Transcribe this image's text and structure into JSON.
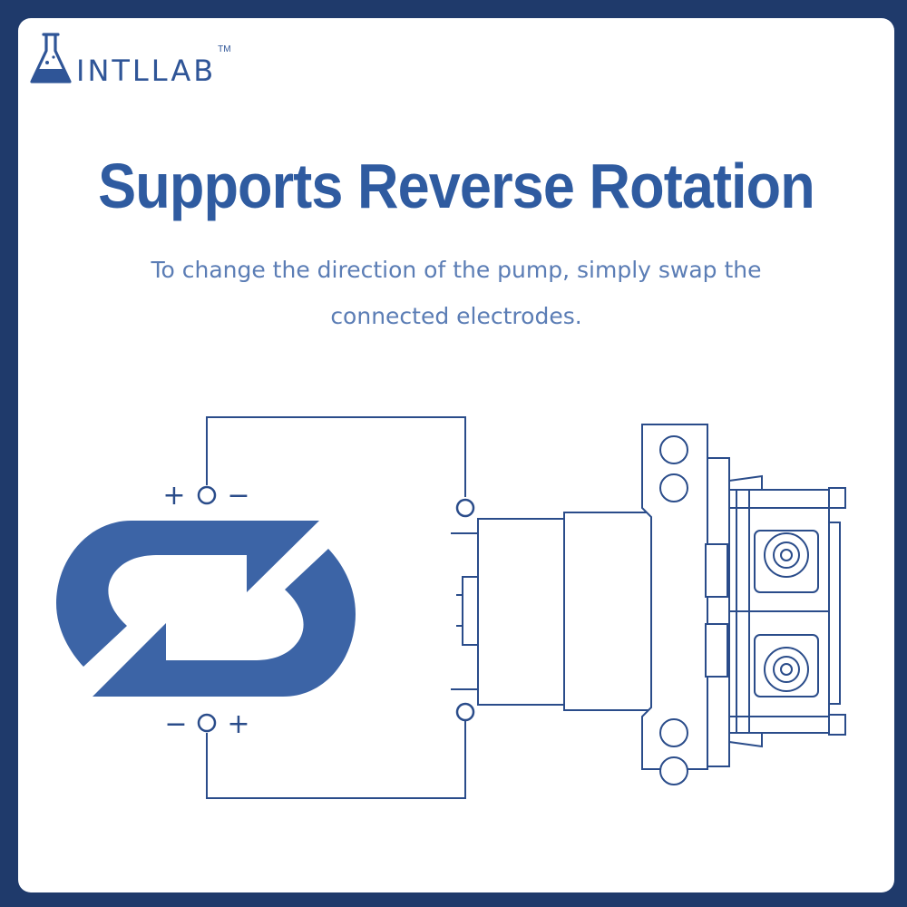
{
  "brand": {
    "name": "INTLLAB",
    "trademark": "TM",
    "logo_icon": "flask-icon"
  },
  "headline": "Supports Reverse Rotation",
  "subtitle": "To change the direction of the pump, simply swap the connected electrodes.",
  "diagram": {
    "top_polarity": [
      "+",
      "−"
    ],
    "bottom_polarity": [
      "−",
      "+"
    ],
    "cycle_icon": "reverse-rotation-icon",
    "pump_icon": "pump-motor-icon"
  },
  "colors": {
    "frame": "#1f3a6b",
    "accent": "#2f5ba0",
    "icon_fill": "#3c64a6",
    "line": "#2a4c8a",
    "subtitle_text": "#5b7db5"
  }
}
